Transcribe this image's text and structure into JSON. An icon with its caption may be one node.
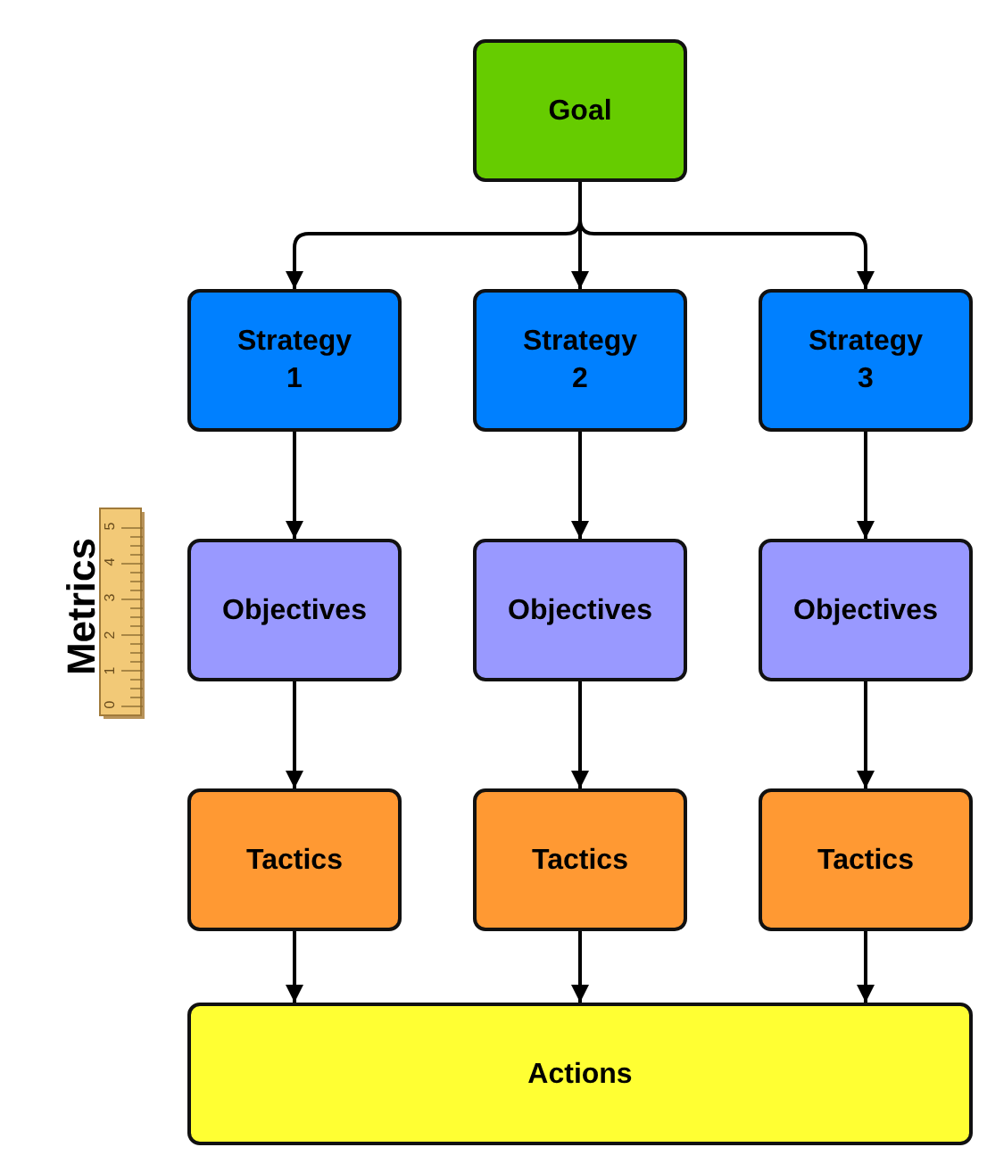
{
  "diagram": {
    "nodes": [
      {
        "text": [
          "Goal"
        ]
      },
      {
        "text": [
          "Strategy 1"
        ]
      },
      {
        "text": [
          "Strategy 2"
        ]
      },
      {
        "text": [
          "Strategy 3"
        ]
      },
      {
        "text": [
          "Objectives"
        ]
      },
      {
        "text": [
          "Objectives"
        ]
      },
      {
        "text": [
          "Objectives"
        ]
      },
      {
        "text": [
          "Tactics"
        ]
      },
      {
        "text": [
          "Tactics"
        ]
      },
      {
        "text": [
          "Tactics"
        ]
      },
      {
        "text": [
          "Actions"
        ]
      }
    ],
    "edges": [
      {
        "from": 0,
        "to": 1,
        "arrow": "to"
      },
      {
        "from": 0,
        "to": 2,
        "arrow": "to"
      },
      {
        "from": 0,
        "to": 3,
        "arrow": "to"
      },
      {
        "from": 1,
        "to": 4,
        "arrow": "to"
      },
      {
        "from": 2,
        "to": 5,
        "arrow": "to"
      },
      {
        "from": 3,
        "to": 6,
        "arrow": "to"
      },
      {
        "from": 4,
        "to": 7,
        "arrow": "to"
      },
      {
        "from": 5,
        "to": 8,
        "arrow": "to"
      },
      {
        "from": 6,
        "to": 9,
        "arrow": "to"
      },
      {
        "from": 7,
        "to": 10,
        "arrow": "to"
      },
      {
        "from": 8,
        "to": 10,
        "arrow": "to"
      },
      {
        "from": 9,
        "to": 10,
        "arrow": "to"
      }
    ],
    "labels": [
      "Metrics",
      "5",
      "4",
      "3",
      "2",
      "1",
      "0"
    ]
  }
}
